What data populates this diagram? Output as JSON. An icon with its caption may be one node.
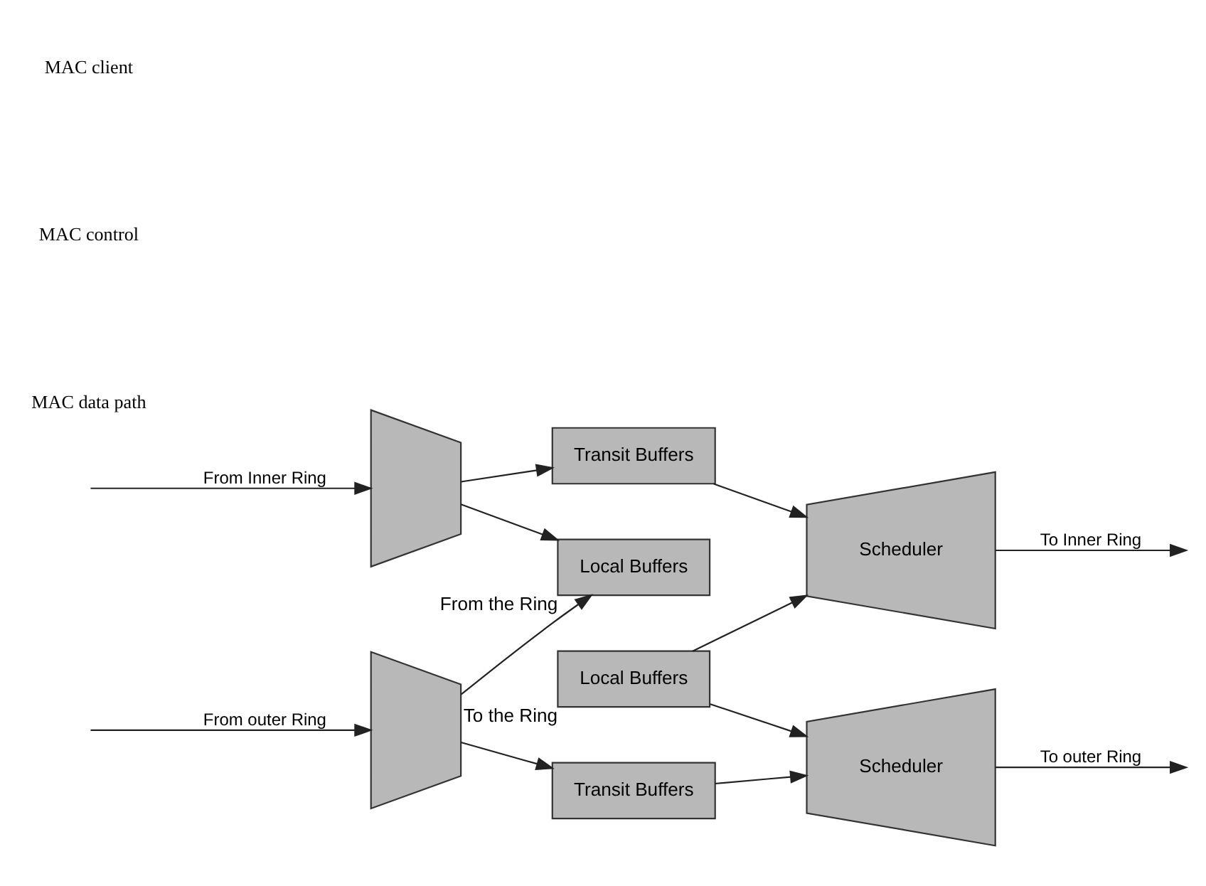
{
  "diagram": {
    "nodes": [
      {
        "text": [
          "Local Buffers"
        ],
        "beside": [
          "From the Ring"
        ]
      },
      {
        "text": [
          "Local Buffers"
        ],
        "beside": [
          "To the Ring"
        ]
      },
      {
        "text": [
          "Scheduler"
        ]
      },
      {
        "text": [
          "Transit Buffers"
        ]
      },
      {
        "text": [],
        "shape": "trapezoid"
      },
      {
        "text": [],
        "shape": "trapezoid"
      },
      {
        "text": [
          "Transit Buffers"
        ]
      },
      {
        "text": [
          "Scheduler"
        ]
      }
    ],
    "edges": [
      {
        "from": null,
        "to": 4,
        "arrow": "to",
        "label": "From Inner Ring"
      },
      {
        "from": 4,
        "to": 3,
        "arrow": "to"
      },
      {
        "from": 3,
        "to": 2,
        "arrow": "to"
      },
      {
        "from": 1,
        "to": 2,
        "arrow": "to"
      },
      {
        "from": 2,
        "to": null,
        "arrow": "to",
        "label": "To Inner Ring"
      },
      {
        "from": 4,
        "to": 0,
        "arrow": "to"
      },
      {
        "from": 5,
        "to": 0,
        "arrow": "to"
      },
      {
        "from": null,
        "to": 5,
        "arrow": "to",
        "label": "From outer Ring"
      },
      {
        "from": 5,
        "to": 6,
        "arrow": "to"
      },
      {
        "from": 6,
        "to": 7,
        "arrow": "to"
      },
      {
        "from": 1,
        "to": 7,
        "arrow": "to"
      },
      {
        "from": 7,
        "to": null,
        "arrow": "to",
        "label": "To outer Ring"
      }
    ],
    "labels": [
      "MAC client",
      "MAC control",
      "MAC data path"
    ]
  }
}
